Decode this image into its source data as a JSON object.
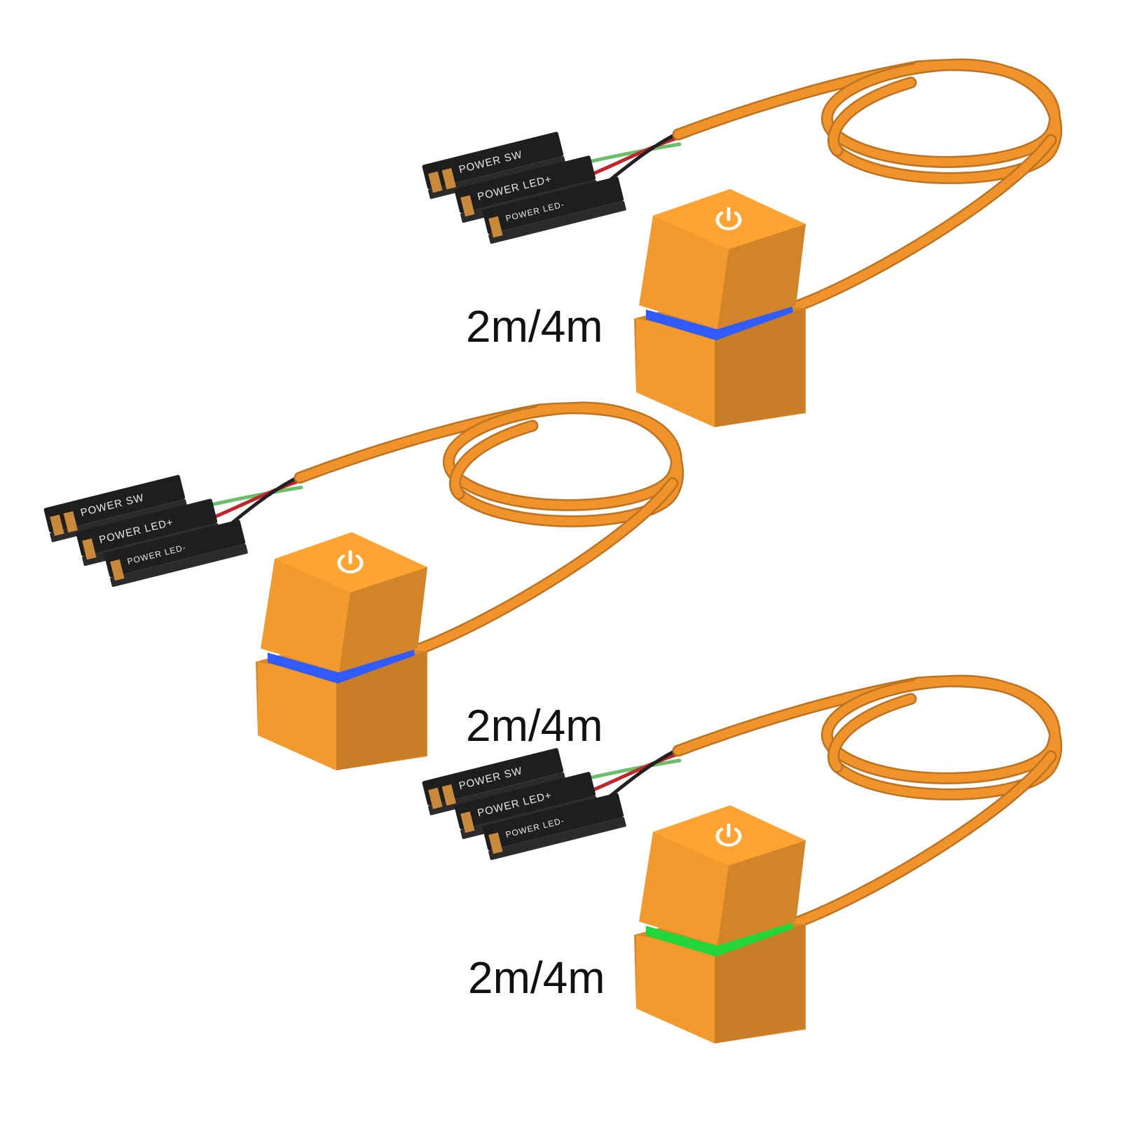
{
  "products": [
    {
      "length_label": "2m/4m",
      "led_color": "#2f5bff",
      "connectors": [
        "POWER SW",
        "POWER LED+",
        "POWER LED-"
      ]
    },
    {
      "length_label": "2m/4m",
      "led_color": "#2f5bff",
      "connectors": [
        "POWER SW",
        "POWER LED+",
        "POWER LED-"
      ]
    },
    {
      "length_label": "2m/4m",
      "led_color": "#22d63a",
      "connectors": [
        "POWER SW",
        "POWER LED+",
        "POWER LED-"
      ]
    }
  ],
  "colors": {
    "background": "#ffffff",
    "cable_orange": "#f0932b",
    "cap_orange": "#f39a2f",
    "connector_black": "#1e1e1e",
    "wire_green": "#6bbf6b",
    "wire_red": "#c0272d",
    "wire_black": "#222222"
  },
  "icons": [
    "power-icon"
  ]
}
